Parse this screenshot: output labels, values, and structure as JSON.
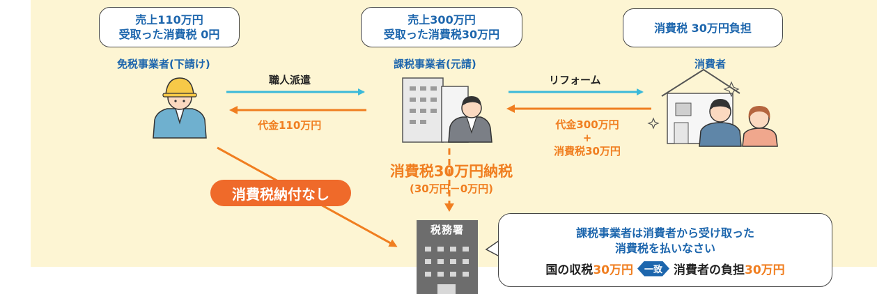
{
  "left_box": {
    "line1": "売上110万円",
    "line2": "受取った消費税 0円"
  },
  "mid_box": {
    "line1": "売上300万円",
    "line2": "受取った消費税30万円"
  },
  "right_box": {
    "line1": "消費税 30万円負担"
  },
  "subcontractor_label": "免税事業者(下請け)",
  "contractor_label": "課税事業者(元請)",
  "consumer_label": "消費者",
  "dispatch_label": "職人派遣",
  "payment_left": "代金110万円",
  "reform_label": "リフォーム",
  "payment_right": {
    "line1": "代金300万円",
    "line2": "+",
    "line3": "消費税30万円"
  },
  "tax_payment": {
    "line1": "消費税30万円納税",
    "line2": "(30万円－0万円)"
  },
  "no_tax_pill": "消費税納付なし",
  "tax_office_label": "税務署",
  "callout": {
    "line1": "課税事業者は消費者から受け取った",
    "line2": "消費税を払いなさい",
    "national_prefix": "国の収税",
    "national_amount": "30万円",
    "match_tag": "一致",
    "consumer_prefix": "消費者の負担",
    "consumer_amount": "30万円"
  },
  "colors": {
    "background": "#fdf5d3",
    "blue_text": "#1d66ad",
    "cyan_arrow": "#3bb9d9",
    "orange": "#f07e20",
    "pill": "#ef6a2a"
  }
}
